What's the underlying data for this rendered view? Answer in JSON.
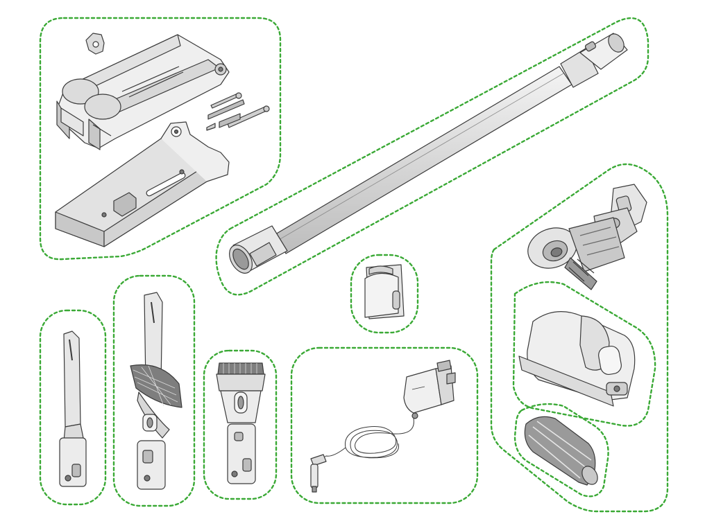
{
  "diagram": {
    "type": "parts-overview",
    "outline_style": "dashed",
    "colors": {
      "background": "#ffffff",
      "group_outline": "#3aa935",
      "line_art": "#3a3a3a",
      "part_fill": "#dcdcdc",
      "part_fill_light": "#efefef",
      "part_fill_dark": "#9a9a9a"
    },
    "parts": [
      {
        "id": "wall-dock",
        "icon": "wall-dock-icon"
      },
      {
        "id": "extension-wand",
        "icon": "wand-icon"
      },
      {
        "id": "cleaner-head",
        "icon": "cleaner-head-icon"
      },
      {
        "id": "clip",
        "icon": "clip-icon"
      },
      {
        "id": "crevice-tool",
        "icon": "crevice-tool-icon"
      },
      {
        "id": "combination-tool",
        "icon": "combination-tool-icon"
      },
      {
        "id": "mini-brush",
        "icon": "mini-brush-icon"
      },
      {
        "id": "charger",
        "icon": "charger-icon"
      }
    ]
  }
}
